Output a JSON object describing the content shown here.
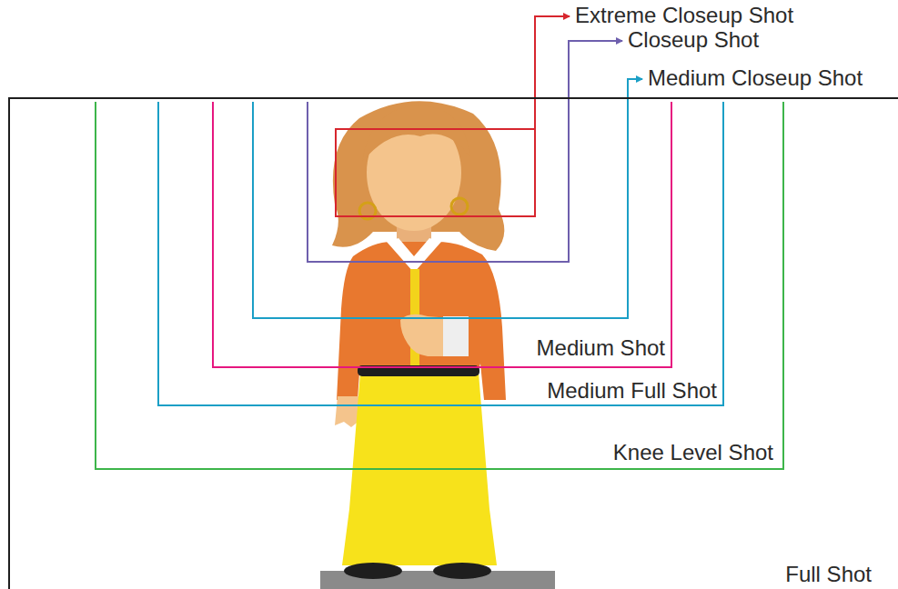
{
  "diagram": {
    "nodes": [
      {
        "text": [
          "Full Shot"
        ]
      },
      {
        "text": [
          "Knee Level Shot"
        ],
        "in": 0
      },
      {
        "text": [
          "Medium Full Shot"
        ],
        "in": 1
      },
      {
        "text": [
          "Medium Shot"
        ],
        "in": 2
      },
      {
        "text": [
          "Medium Closeup Shot"
        ],
        "in": 3
      },
      {
        "text": [
          "Closeup Shot"
        ],
        "in": 4
      },
      {
        "text": [
          "Extreme Closeup Shot"
        ],
        "in": 5
      }
    ]
  }
}
